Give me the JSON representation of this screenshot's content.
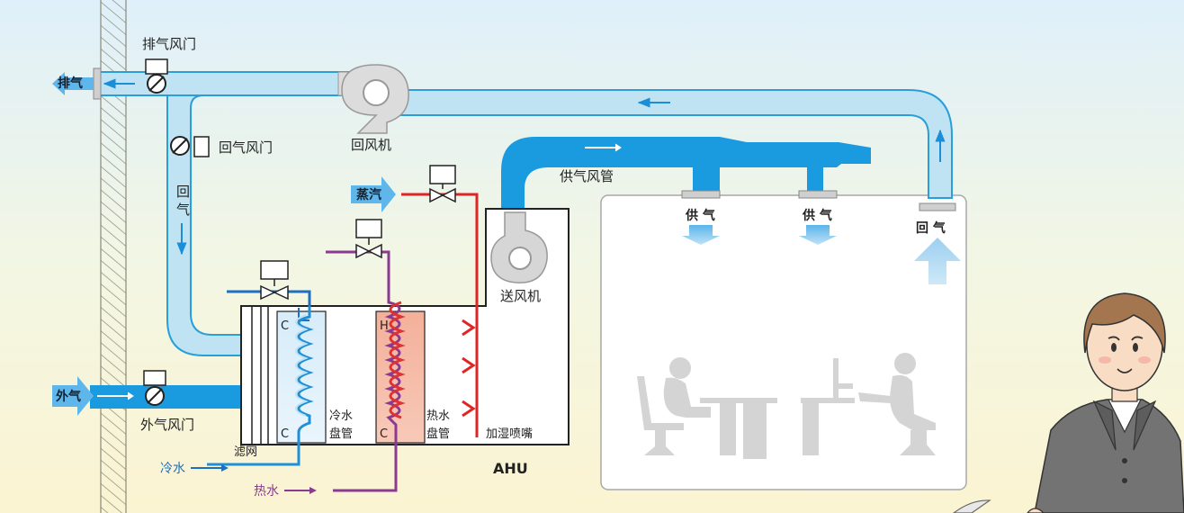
{
  "labels": {
    "exhaust_damper": "排气风门",
    "exhaust": "排气",
    "return_fan": "回风机",
    "return_damper": "回气风门",
    "return_duct_1": "回",
    "return_duct_2": "气",
    "steam": "蒸汽",
    "supply_duct": "供气风管",
    "supply_1": "供 气",
    "supply_2": "供 气",
    "return_air": "回 气",
    "supply_fan": "送风机",
    "outside_air": "外气",
    "outside_damper": "外气风门",
    "cold_coil_line1": "冷水",
    "cold_coil_line2": "盘管",
    "hot_coil_line1": "热水",
    "hot_coil_line2": "盘管",
    "humidifier": "加湿喷嘴",
    "filter": "滤网",
    "ahu": "AHU",
    "cold_water": "冷水",
    "hot_water": "热水",
    "coil_c_top": "C",
    "coil_c_bottom": "C",
    "coil_h_top": "H",
    "coil_h_bottom": "C"
  },
  "colors": {
    "duct_fill": "#bfe3f2",
    "duct_stroke": "#2a9ed8",
    "supply_duct": "#1a9be0",
    "cold_water": "#1f6fc0",
    "hot_water": "#8a3b8f",
    "steam_pipe": "#e02525",
    "humidifier": "#e02525",
    "arrow": "#1a8fd8",
    "background_top": "#eaf4fa",
    "background_bottom": "#fbf5d9"
  }
}
